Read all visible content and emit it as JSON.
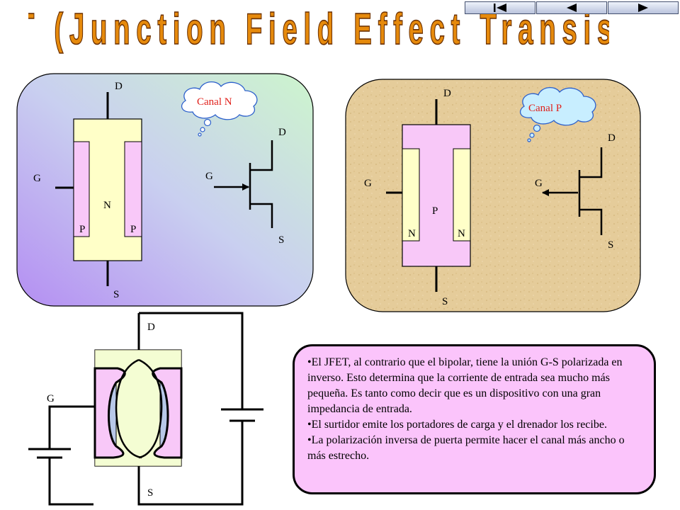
{
  "title": "JFET (Junction Field Effect Transistor)",
  "nav": {
    "first": "first-slide-icon",
    "prev": "previous-slide-icon",
    "next": "next-slide-icon"
  },
  "panel_n": {
    "cloud": "Canal N",
    "drain": "D",
    "source": "S",
    "gate": "G",
    "channel": "N",
    "gate_left": "P",
    "gate_right": "P",
    "sym_drain": "D",
    "sym_gate": "G",
    "sym_source": "S"
  },
  "panel_p": {
    "cloud": "Canal P",
    "drain": "D",
    "source": "S",
    "gate": "G",
    "channel": "P",
    "gate_left": "N",
    "gate_right": "N",
    "sym_drain": "D",
    "sym_gate": "G",
    "sym_source": "S"
  },
  "circuit": {
    "drain": "D",
    "gate": "G",
    "source": "S"
  },
  "description": {
    "bullets": [
      "El JFET, al contrario que el bipolar, tiene la unión G-S polarizada en inverso. Esto determina que la corriente de entrada sea mucho más pequeña. Es tanto como decir que es un dispositivo con una gran impedancia de entrada.",
      "El surtidor emite los portadores de carga y el drenador los recibe.",
      "La polarización inversa de puerta permite hacer el canal más ancho o más estrecho."
    ]
  },
  "colors": {
    "title_fill": "#e68a0c",
    "title_stroke": "#6a2f00",
    "cloud_text": "#e0201a",
    "channel_fill": "#ffffc8",
    "gate_fill": "#f8c8f8",
    "depletion_fill": "#b8c8e8",
    "text_box": "#fbc4fb"
  }
}
